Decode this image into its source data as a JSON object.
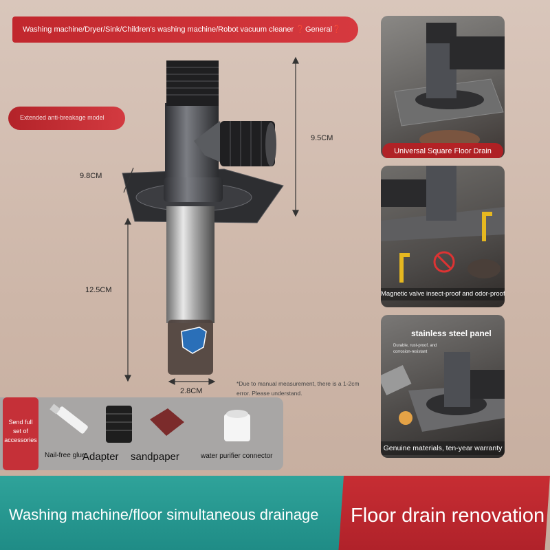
{
  "top_banner": {
    "text": "Washing machine/Dryer/Sink/Children's washing machine/Robot vacuum cleaner ❓General❓"
  },
  "badge": {
    "text": "Extended anti-breakage model"
  },
  "dimensions": {
    "height_top": "9.5CM",
    "width_plate": "9.8CM",
    "pipe_length": "12.5CM",
    "pipe_diameter": "2.8CM"
  },
  "note": "*Due to manual measurement, there is a 1-2cm error. Please understand.",
  "panels": {
    "p1_caption": "Universal Square Floor Drain",
    "p2_caption": "Magnetic valve insect-proof and odor-proof",
    "p3_heading": "stainless steel panel",
    "p3_sub1": "Durable, rust-proof, and",
    "p3_sub2": "corrosion-resistant",
    "p3_caption": "Genuine materials, ten-year warranty"
  },
  "accessories": {
    "tag": "Send full set of accessories",
    "glue": "Nail-free glue",
    "adapter": "Adapter",
    "sandpaper": "sandpaper",
    "connector": "water purifier connector"
  },
  "bottom": {
    "left": "Washing machine/floor simultaneous drainage",
    "right": "Floor drain renovation"
  },
  "colors": {
    "red": "#c53038",
    "teal": "#2fa39a"
  }
}
